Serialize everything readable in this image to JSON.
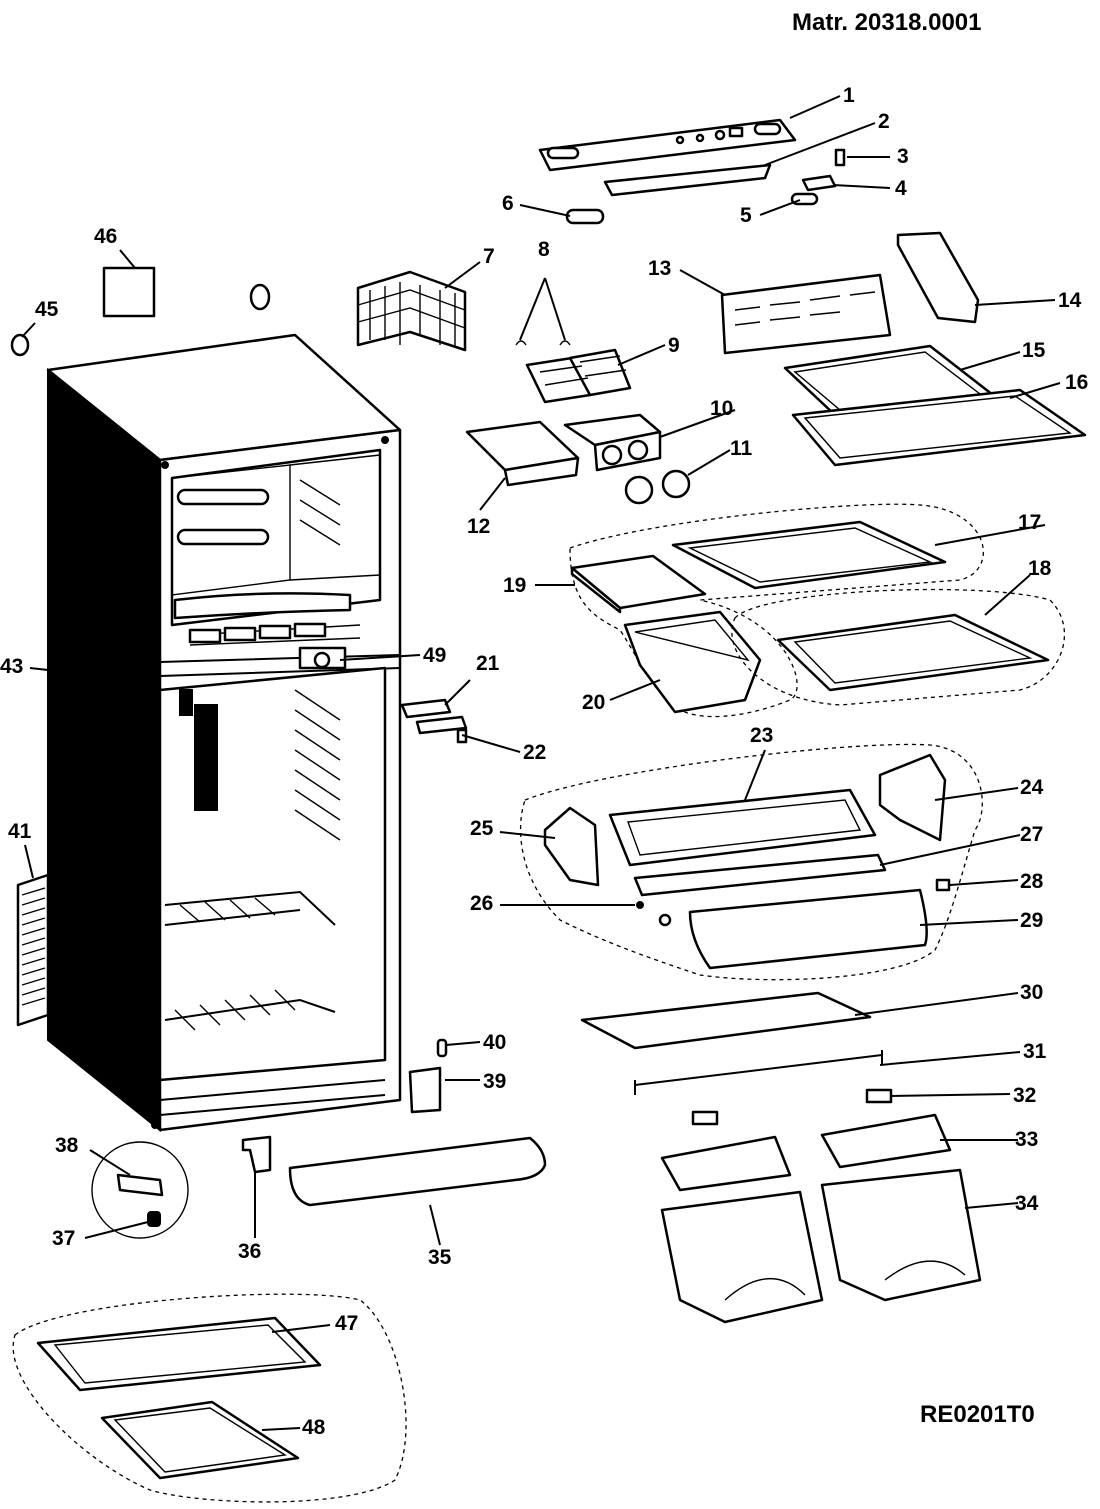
{
  "header": {
    "material": "Matr. 20318.0001"
  },
  "footer": {
    "code": "RE0201T0"
  },
  "callouts": {
    "c1": "1",
    "c2": "2",
    "c3": "3",
    "c4": "4",
    "c5": "5",
    "c6": "6",
    "c7": "7",
    "c8": "8",
    "c9": "9",
    "c10": "10",
    "c11": "11",
    "c12": "12",
    "c13": "13",
    "c14": "14",
    "c15": "15",
    "c16": "16",
    "c17": "17",
    "c18": "18",
    "c19": "19",
    "c20": "20",
    "c21": "21",
    "c22": "22",
    "c23": "23",
    "c24": "24",
    "c25": "25",
    "c26": "26",
    "c27": "27",
    "c28": "28",
    "c29": "29",
    "c30": "30",
    "c31": "31",
    "c32": "32",
    "c33": "33",
    "c34": "34",
    "c35": "35",
    "c36": "36",
    "c37": "37",
    "c38": "38",
    "c39": "39",
    "c40": "40",
    "c41": "41",
    "c43": "43",
    "c45": "45",
    "c46": "46",
    "c47": "47",
    "c48": "48",
    "c49": "49"
  }
}
